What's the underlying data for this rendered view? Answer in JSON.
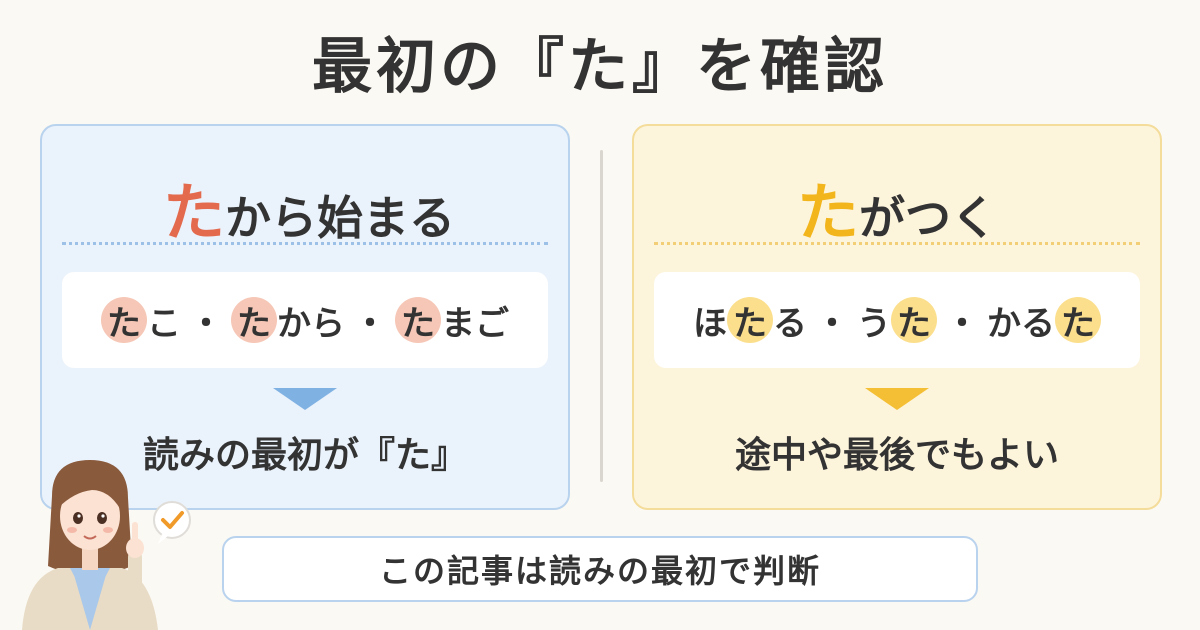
{
  "title": "最初の『た』を確認",
  "left_panel": {
    "heading_accent": "た",
    "heading_rest": "から始まる",
    "words": [
      {
        "highlight": "た",
        "rest": "こ"
      },
      {
        "highlight": "た",
        "rest": "から"
      },
      {
        "highlight": "た",
        "rest": "まご"
      }
    ],
    "separator": "・",
    "result": "読みの最初が『た』"
  },
  "right_panel": {
    "heading_accent": "た",
    "heading_rest": "がつく",
    "words": [
      {
        "before": "ほ",
        "highlight": "た",
        "after": "る"
      },
      {
        "before": "う",
        "highlight": "た",
        "after": ""
      },
      {
        "before": "かる",
        "highlight": "た",
        "after": ""
      }
    ],
    "separator": "・",
    "result": "途中や最後でもよい"
  },
  "footer": "この記事は読みの最初で判断",
  "colors": {
    "accent_red": "#e36a4d",
    "accent_yellow": "#f2b51b",
    "blue_panel": "#eaf2fb",
    "yellow_panel": "#fdf4dc"
  },
  "icons": [
    "check-bubble-icon",
    "down-arrow-icon"
  ]
}
